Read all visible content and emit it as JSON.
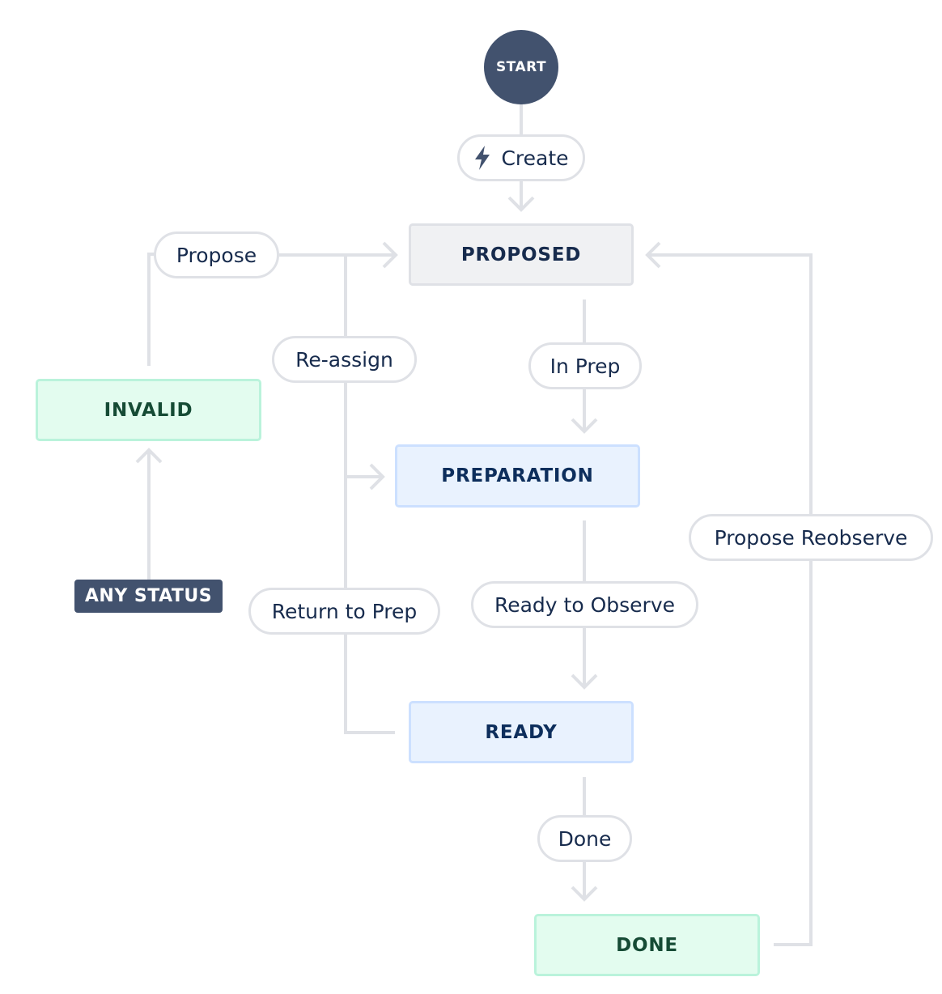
{
  "diagram": {
    "start": {
      "label": "START"
    },
    "any_status": {
      "label": "ANY STATUS"
    },
    "statuses": {
      "proposed": {
        "label": "PROPOSED",
        "category": "todo",
        "color": "#f0f1f3"
      },
      "preparation": {
        "label": "PREPARATION",
        "category": "in-progress",
        "color": "#e9f2fe"
      },
      "ready": {
        "label": "READY",
        "category": "in-progress",
        "color": "#e9f2fe"
      },
      "invalid": {
        "label": "INVALID",
        "category": "done",
        "color": "#e3fcef"
      },
      "done": {
        "label": "DONE",
        "category": "done",
        "color": "#e3fcef"
      }
    },
    "transitions": {
      "create": {
        "label": "Create",
        "icon": "lightning-bolt-icon"
      },
      "propose": {
        "label": "Propose"
      },
      "reassign": {
        "label": "Re-assign"
      },
      "in_prep": {
        "label": "In Prep"
      },
      "propose_reobserve": {
        "label": "Propose Reobserve"
      },
      "return_to_prep": {
        "label": "Return to Prep"
      },
      "ready_to_observe": {
        "label": "Ready to Observe"
      },
      "done": {
        "label": "Done"
      }
    },
    "connector_color": "#dfe1e6",
    "node_dark_color": "#42526e"
  }
}
